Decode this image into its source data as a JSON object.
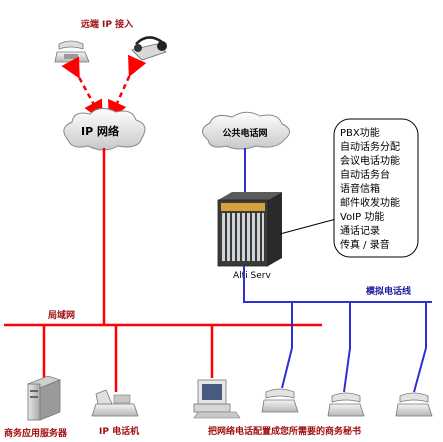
{
  "labels": {
    "remote_ip_access": "远端 IP 接入",
    "ip_network": "IP 网络",
    "pstn": "公共电话网",
    "lan": "局域网",
    "analog_line": "模拟电话线",
    "altiserv": "Alti Serv",
    "business_server": "商务应用服务器",
    "ip_phone": "IP 电话机",
    "bottom_caption": "把网络电话配置成您所需要的商务秘书"
  },
  "features": [
    "PBX功能",
    "自动话务分配",
    "会议电话功能",
    "自动话务台",
    "语音信箱",
    "邮件收发功能",
    "VoIP 功能",
    "通话记录",
    "传真 / 录音"
  ],
  "colors": {
    "lan": "#ff0000",
    "analog": "#3030d0",
    "arrow": "#ff0000",
    "label_red": "#a01010",
    "label_blue": "#1a1aa0"
  }
}
